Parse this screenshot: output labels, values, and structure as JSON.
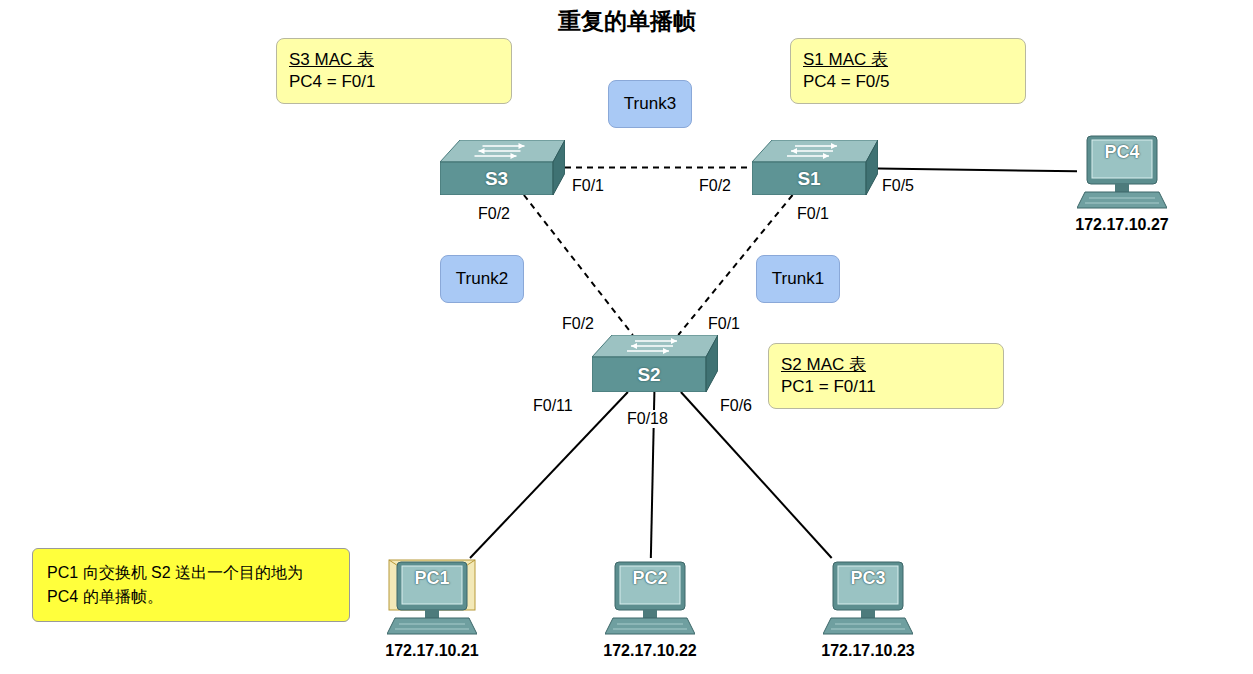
{
  "diagram": {
    "title": "重复的单播帧",
    "nodes": [
      {
        "text": [
          "S3 MAC 表",
          "PC4 = F0/1"
        ]
      },
      {
        "text": [
          "Trunk3"
        ]
      },
      {
        "text": [
          "S1 MAC 表",
          "PC4 = F0/5"
        ]
      },
      {
        "text": [
          "S3"
        ]
      },
      {
        "text": [
          "S1"
        ]
      },
      {
        "text": [
          "PC4",
          "172.17.10.27"
        ]
      },
      {
        "text": [
          "Trunk2"
        ]
      },
      {
        "text": [
          "Trunk1"
        ]
      },
      {
        "text": [
          "S2"
        ]
      },
      {
        "text": [
          "S2 MAC 表",
          "PC1 = F0/11"
        ]
      },
      {
        "text": [
          "PC1 向交换机 S2 送出一个目的地为 PC4 的单播帧。"
        ]
      },
      {
        "text": [
          "PC1",
          "172.17.10.21"
        ]
      },
      {
        "text": [
          "PC2",
          "172.17.10.22"
        ]
      },
      {
        "text": [
          "PC3",
          "172.17.10.23"
        ]
      }
    ],
    "edges": [
      {
        "from": 3,
        "to": 4,
        "arrow": "none"
      },
      {
        "from": 3,
        "to": 8,
        "arrow": "none"
      },
      {
        "from": 4,
        "to": 8,
        "arrow": "none"
      },
      {
        "from": 4,
        "to": 5,
        "arrow": "none"
      },
      {
        "from": 8,
        "to": 11,
        "arrow": "none"
      },
      {
        "from": 8,
        "to": 12,
        "arrow": "none"
      },
      {
        "from": 8,
        "to": 13,
        "arrow": "none"
      }
    ],
    "labels": [
      "F0/1",
      "F0/2",
      "F0/5",
      "F0/2",
      "F0/1",
      "F0/2",
      "F0/1",
      "F0/11",
      "F0/18",
      "F0/6"
    ]
  }
}
